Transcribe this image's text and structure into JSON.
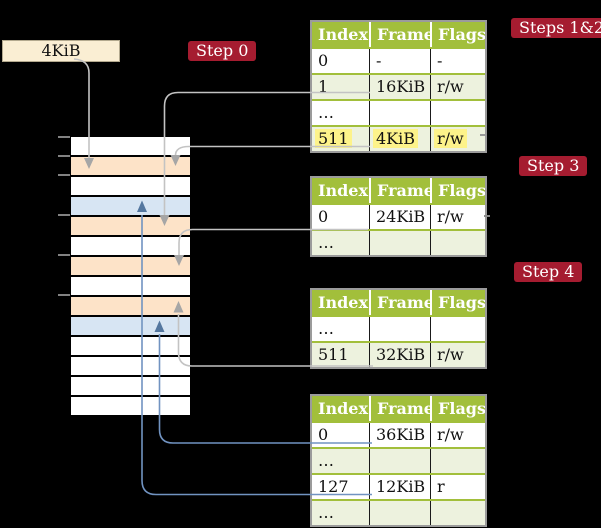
{
  "palette": {
    "background": "#000000",
    "badge_red": "#a51c30",
    "cream": "#faeed3",
    "header_green": "#a2bf3b",
    "row_green": "#edf2de",
    "peach": "#fde3c8",
    "blue": "#d7e5f3",
    "white": "#ffffff",
    "highlight_yellow": "#fdf38a",
    "gray_line": "#c3c3c3",
    "gray_arrow": "#a6a6a6",
    "blue_line": "#7193c1",
    "blue_arrow": "#54779f"
  },
  "labels": {
    "page_size": "4KiB",
    "step0": "Step 0",
    "steps12": "Steps 1&2",
    "step3": "Step 3",
    "step4": "Step 4"
  },
  "memory_column": {
    "rows": [
      {
        "fill": "white"
      },
      {
        "fill": "peach"
      },
      {
        "fill": "white"
      },
      {
        "fill": "blue"
      },
      {
        "fill": "peach"
      },
      {
        "fill": "white"
      },
      {
        "fill": "peach"
      },
      {
        "fill": "white"
      },
      {
        "fill": "peach"
      },
      {
        "fill": "blue"
      },
      {
        "fill": "white"
      },
      {
        "fill": "white"
      },
      {
        "fill": "white"
      },
      {
        "fill": "white"
      }
    ]
  },
  "tables": [
    {
      "name": "page-table-steps-1-2",
      "headers": [
        "Index",
        "Frame",
        "Flags"
      ],
      "rows": [
        {
          "cells": [
            "0",
            "-",
            "-"
          ],
          "zebra": "white",
          "highlight": false
        },
        {
          "cells": [
            "1",
            "16KiB",
            "r/w"
          ],
          "zebra": "green",
          "highlight": false
        },
        {
          "cells": [
            "…",
            "",
            ""
          ],
          "zebra": "white",
          "highlight": false
        },
        {
          "cells": [
            "511",
            "4KiB",
            "r/w"
          ],
          "zebra": "green",
          "highlight": true
        }
      ]
    },
    {
      "name": "page-table-step-3",
      "headers": [
        "Index",
        "Frame",
        "Flags"
      ],
      "rows": [
        {
          "cells": [
            "0",
            "24KiB",
            "r/w"
          ],
          "zebra": "white",
          "highlight": false
        },
        {
          "cells": [
            "…",
            "",
            ""
          ],
          "zebra": "green",
          "highlight": false
        }
      ]
    },
    {
      "name": "page-table-step-4",
      "headers": [
        "Index",
        "Frame",
        "Flags"
      ],
      "rows": [
        {
          "cells": [
            "…",
            "",
            ""
          ],
          "zebra": "white",
          "highlight": false
        },
        {
          "cells": [
            "511",
            "32KiB",
            "r/w"
          ],
          "zebra": "green",
          "highlight": false
        }
      ]
    },
    {
      "name": "page-table-final",
      "headers": [
        "Index",
        "Frame",
        "Flags"
      ],
      "rows": [
        {
          "cells": [
            "0",
            "36KiB",
            "r/w"
          ],
          "zebra": "white",
          "highlight": false
        },
        {
          "cells": [
            "…",
            "",
            ""
          ],
          "zebra": "green",
          "highlight": false
        },
        {
          "cells": [
            "127",
            "12KiB",
            "r"
          ],
          "zebra": "white",
          "highlight": false
        },
        {
          "cells": [
            "…",
            "",
            ""
          ],
          "zebra": "green",
          "highlight": false
        }
      ]
    }
  ]
}
